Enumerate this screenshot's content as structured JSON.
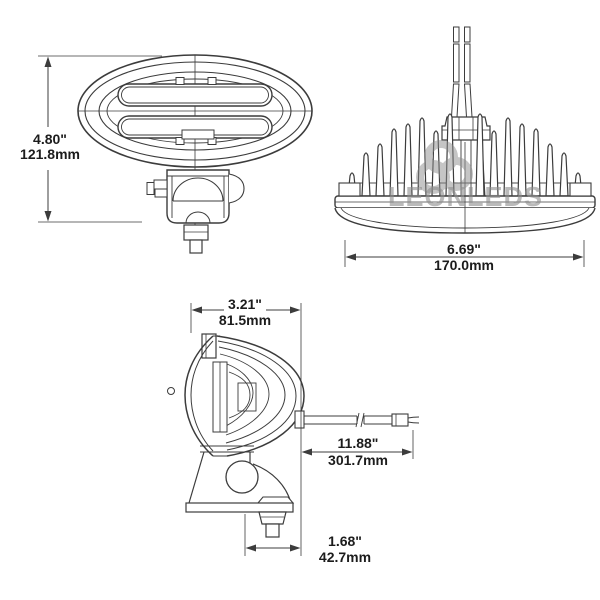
{
  "watermark": {
    "brand": "LEONLEDS",
    "logo_icon": "three-circles-logo"
  },
  "dimensions": {
    "front_height": {
      "inches": "4.80\"",
      "mm": "121.8mm"
    },
    "rear_width": {
      "inches": "6.69\"",
      "mm": "170.0mm"
    },
    "side_depth": {
      "inches": "3.21\"",
      "mm": "81.5mm"
    },
    "cable_length": {
      "inches": "11.88\"",
      "mm": "301.7mm"
    },
    "mount_offset": {
      "inches": "1.68\"",
      "mm": "42.7mm"
    }
  },
  "colors": {
    "line": "#3c3c3c",
    "text": "#1c1c1c",
    "watermark": "#8c8c8c",
    "background": "#ffffff"
  }
}
